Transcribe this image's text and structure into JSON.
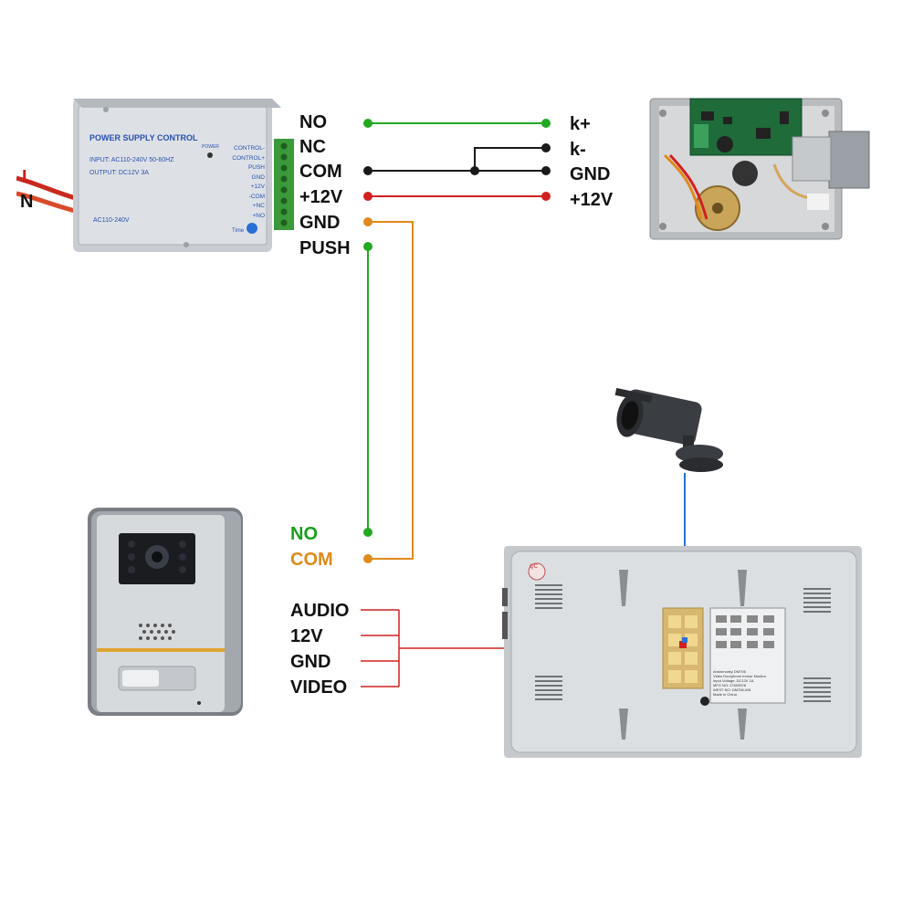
{
  "psu": {
    "title": "POWER SUPPLY CONTROL",
    "input": "INPUT: AC110-240V 50-60HZ",
    "output": "OUTPUT: DC12V  3A",
    "ac": "AC110-240V",
    "power": "POWER",
    "time": "Time",
    "terminals": [
      "CONTROL-",
      "CONTROL+",
      "PUSH",
      "GND",
      "+12V",
      "-COM",
      "+NC",
      "+NO"
    ],
    "mains": [
      "L",
      "N"
    ]
  },
  "psu_ports": [
    "NO",
    "NC",
    "COM",
    "+12V",
    "GND",
    "PUSH"
  ],
  "lock_ports": [
    "k+",
    "k-",
    "GND",
    "+12V"
  ],
  "outdoor_ports": [
    "NO",
    "COM"
  ],
  "monitor_ports": [
    "AUDIO",
    "12V",
    "GND",
    "VIDEO"
  ],
  "monitor_label": {
    "model": "Anshenceky DM706",
    "line1": "Video Doorphone Indoor Monitor",
    "line2": "Input Voltage: DC12V 1A",
    "line3": "MFG NO: 27509578",
    "line4": "WEST NO: DM706-W8",
    "line5": "Made in China",
    "qc": "QC"
  },
  "colors": {
    "no_wire": "#22a922",
    "push_wire": "#22a922",
    "com_wire": "#1a1a1a",
    "power_wire": "#d22020",
    "gnd_wire": "#e08a1c",
    "video_wire": "#d22020",
    "camera_wire": "#2a6fd6"
  }
}
